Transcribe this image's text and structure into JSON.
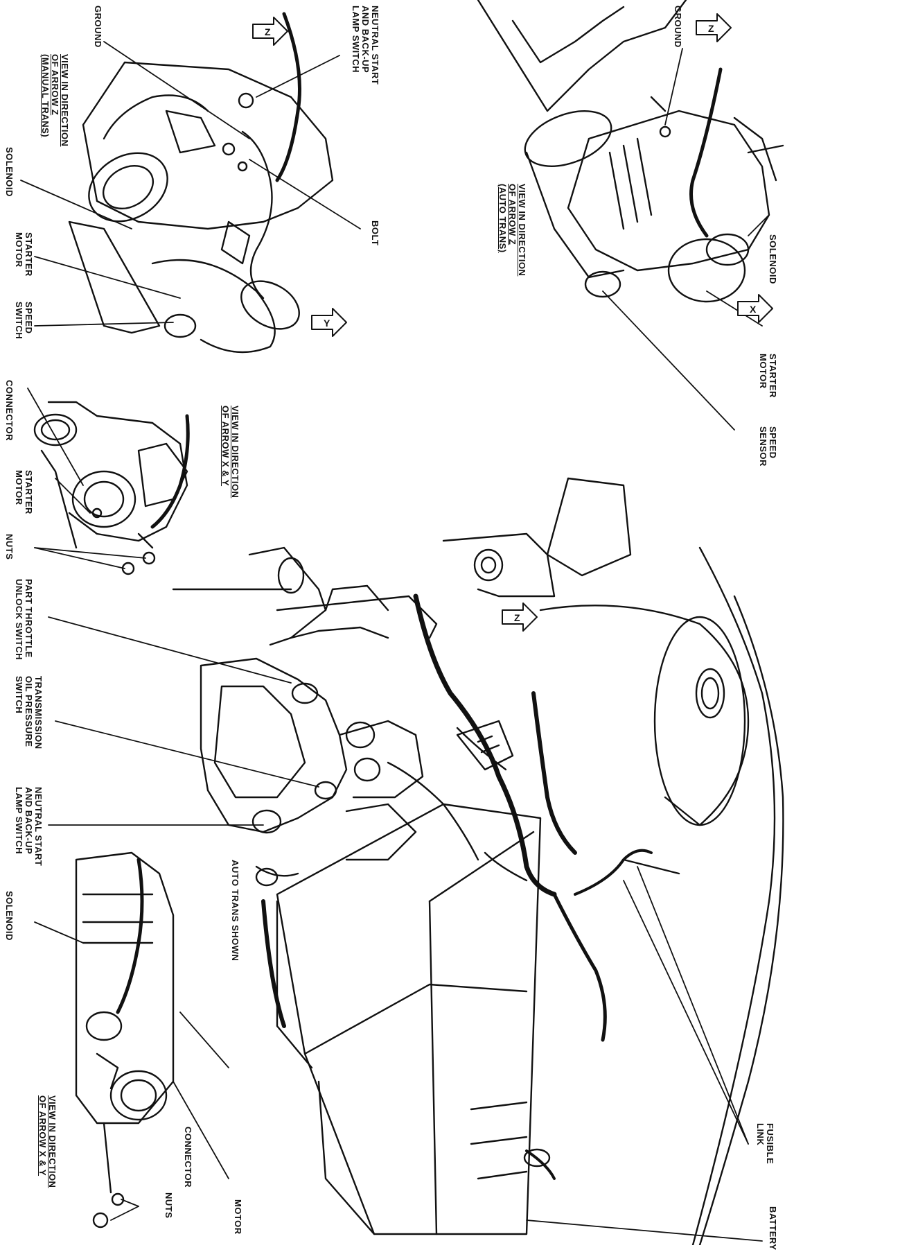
{
  "labels": {
    "top_left": {
      "neutral_start": "NEUTRAL START\nAND BACK-UP\nLAMP SWITCH",
      "ground": "GROUND",
      "view_manual": "VIEW IN DIRECTION\nOF ARROW Z\n(MANUAL TRANS)",
      "bolt": "BOLT",
      "solenoid": "SOLENOID",
      "starter_motor": "STARTER\nMOTOR",
      "speed_switch": "SPEED\nSWITCH"
    },
    "top_right": {
      "ground": "GROUND",
      "view_auto": "VIEW IN DIRECTION\nOF ARROW Z\n(AUTO TRANS)",
      "solenoid": "SOLENOID",
      "starter_motor": "STARTER\nMOTOR",
      "speed_sensor": "SPEED\nSENSOR"
    },
    "middle_left": {
      "view_xy": "VIEW IN DIRECTION\nOF ARROW X & Y",
      "connector": "CONNECTOR",
      "starter_motor": "STARTER\nMOTOR",
      "nuts": "NUTS"
    },
    "main": {
      "part_throttle": "PART THROTTLE\nUNLOCK SWITCH",
      "trans_oil": "TRANSMISSION\nOIL PRESSURE\nSWITCH",
      "neutral_start": "NEUTRAL START\nAND BACK-UP\nLAMP SWITCH",
      "auto_trans_shown": "AUTO TRANS SHOWN",
      "fusible_link": "FUSIBLE\nLINK",
      "battery": "BATTERY"
    },
    "bottom_left": {
      "solenoid": "SOLENOID",
      "view_xy": "VIEW IN DIRECTION\nOF ARROW X & Y",
      "connector": "CONNECTOR",
      "nuts": "NUTS",
      "motor": "MOTOR"
    },
    "arrows": {
      "z1": "Z",
      "z2": "Z",
      "z3": "Z",
      "y": "Y",
      "x": "X"
    }
  }
}
